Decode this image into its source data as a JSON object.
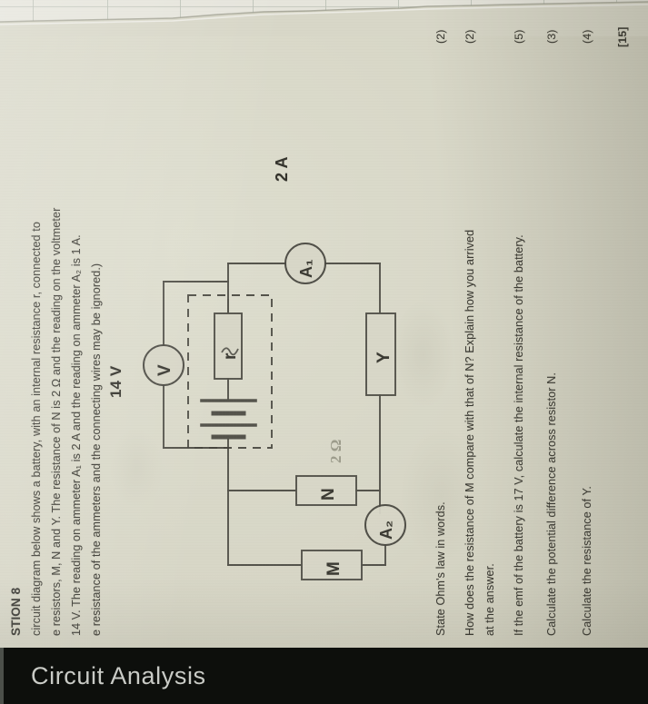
{
  "caption": {
    "text": "Circuit Analysis"
  },
  "page": {
    "heading": "STION 8",
    "intro_lines": [
      "circuit diagram below shows a battery, with an internal resistance r, connected to",
      "e resistors, M, N and Y. The resistance of N is 2 Ω and the reading on the voltmeter",
      "14 V. The reading on ammeter A₁ is 2 A and the reading on ammeter A₂ is 1 A.",
      "e resistance of the ammeters and the connecting wires may be ignored.)"
    ],
    "questions": [
      {
        "lines": [
          "State Ohm's law in words."
        ],
        "marks": "(2)"
      },
      {
        "lines": [
          "How does the resistance of M compare with that of N?  Explain how you arrived",
          "at the answer."
        ],
        "marks": "(2)"
      },
      {
        "lines": [
          "If the emf of the battery is 17 V, calculate the internal resistance of the battery."
        ],
        "marks": "(5)"
      },
      {
        "lines": [
          "Calculate the potential difference across resistor N."
        ],
        "marks": "(3)"
      },
      {
        "lines": [
          "Calculate the resistance of Y."
        ],
        "marks": "(4)"
      }
    ],
    "total_marks": "[15]"
  },
  "circuit": {
    "voltmeter_label": "V",
    "voltmeter_reading": "14 V",
    "ammeter1_label": "A₁",
    "ammeter1_reading": "2 A",
    "ammeter2_label": "A₂",
    "internal_resistance_label": "r",
    "resistor_m": "M",
    "resistor_n": "N",
    "resistor_y": "Y",
    "pencil_annotation": "2 Ω"
  },
  "colors": {
    "paper": "#d8d7c8",
    "ink": "#3b3a33",
    "caption_bar": "#0d0f0c",
    "caption_text": "#c9cbc6"
  }
}
